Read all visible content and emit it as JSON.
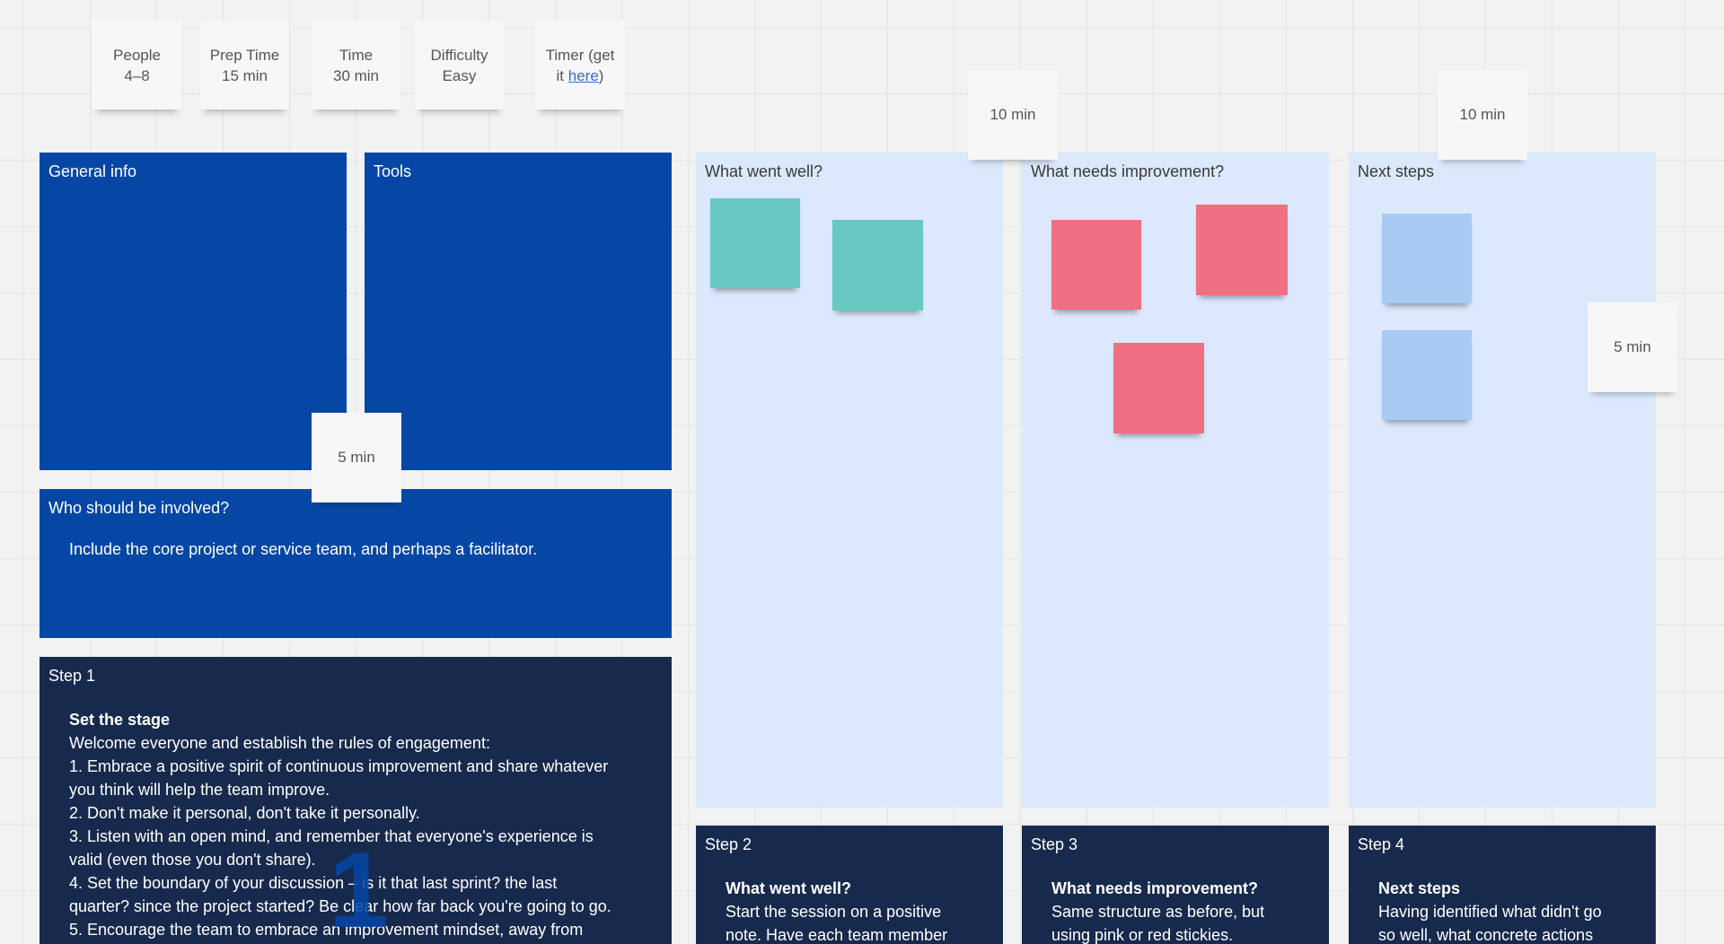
{
  "info_notes": [
    {
      "line1": "People",
      "line2": "4–8"
    },
    {
      "line1": "Prep Time",
      "line2": "15 min"
    },
    {
      "line1": "Time",
      "line2": "30 min"
    },
    {
      "line1": "Difficulty",
      "line2": "Easy"
    }
  ],
  "timer_note": {
    "prefix": "Timer (get",
    "line2_prefix": "it ",
    "link": "here",
    "line2_suffix": ")"
  },
  "time_notes": {
    "well": "10 min",
    "next": "10 min",
    "right": "5 min",
    "center": "5 min"
  },
  "frames": {
    "general_info": "General info",
    "tools": "Tools",
    "who": {
      "title": "Who should be involved?",
      "body": "Include the core project or service team, and perhaps a facilitator."
    },
    "went_well": "What went well?",
    "needs_improvement": "What needs improvement?",
    "next_steps": "Next steps"
  },
  "step1": {
    "title": "Step 1",
    "heading": "Set the stage",
    "lines": [
      "Welcome everyone and establish the rules of engagement:",
      "1. Embrace a positive spirit of continuous improvement and share whatever",
      "you think will help the team improve.",
      "2. Don't make it personal, don't take it personally.",
      "3. Listen with an open mind, and remember that everyone's experience is",
      "valid (even those you don't share).",
      "4. Set the boundary of your discussion – is it that last sprint? the last",
      "quarter? since the project started? Be clear how far back you're going to go.",
      "5. Encourage the team to embrace an improvement mindset, away from"
    ],
    "big_number": "1"
  },
  "step2": {
    "title": "Step 2",
    "heading": "What went well?",
    "lines": [
      "Start the session on a positive",
      "note. Have each team member"
    ]
  },
  "step3": {
    "title": "Step 3",
    "heading": "What needs improvement?",
    "lines": [
      "Same structure as before, but",
      "using pink or red stickies."
    ]
  },
  "step4": {
    "title": "Step 4",
    "heading": "Next steps",
    "lines": [
      "Having identified what didn't go",
      "so well, what concrete actions"
    ]
  },
  "colors": {
    "canvas": "#f2f2f2",
    "frame_blue": "#0647a6",
    "frame_navy": "#172a4d",
    "frame_light": "#dce8fc",
    "sticky_teal": "#68c9c0",
    "sticky_pink": "#f07082",
    "sticky_lightblue": "#a7cbf3"
  }
}
